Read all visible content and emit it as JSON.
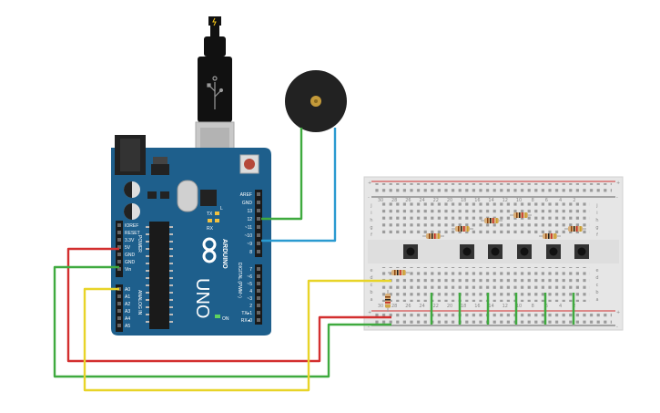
{
  "board": {
    "logo_text": "ARDUINO",
    "model_text": "UNO",
    "on_label": "ON",
    "tx_label": "TX",
    "rx_label": "RX",
    "l_label": "L",
    "power_label": "POWER",
    "analog_label": "ANALOG IN",
    "digital_label": "DIGITAL (PWM~)",
    "power_pins": [
      "IOREF",
      "RESET",
      "3.3V",
      "5V",
      "GND",
      "GND",
      "Vin"
    ],
    "analog_pins": [
      "A0",
      "A1",
      "A2",
      "A3",
      "A4",
      "A5"
    ],
    "digital_pins_upper": [
      "AREF",
      "GND",
      "13",
      "12",
      "~11",
      "~10",
      "~9",
      "8"
    ],
    "digital_pins_lower": [
      "7",
      "~6",
      "~5",
      "4",
      "~3",
      "2",
      "TX▸1",
      "RX◂0"
    ]
  },
  "breadboard": {
    "col_numbers_top": [
      "30",
      "29",
      "28",
      "27",
      "26",
      "25",
      "24",
      "23",
      "22",
      "21",
      "20",
      "19",
      "18",
      "17",
      "16",
      "15",
      "14",
      "13",
      "12",
      "11",
      "10",
      "9",
      "8",
      "7",
      "6",
      "5",
      "4",
      "3",
      "2",
      "1"
    ],
    "row_letters_top": [
      "j",
      "i",
      "h",
      "g",
      "f"
    ],
    "row_letters_bottom": [
      "e",
      "d",
      "c",
      "b",
      "a"
    ],
    "rail_plus": "+",
    "rail_minus": "-"
  },
  "colors": {
    "board": "#1e5f8c",
    "wire_red": "#d32f2f",
    "wire_green": "#3faa3f",
    "wire_yellow": "#e8d428",
    "wire_blue": "#2a9ad0",
    "breadboard": "#e6e6e6",
    "buzzer": "#222222"
  },
  "icons": [
    "usb-cable-icon",
    "buzzer-icon",
    "push-button-icon",
    "resistor-icon"
  ]
}
